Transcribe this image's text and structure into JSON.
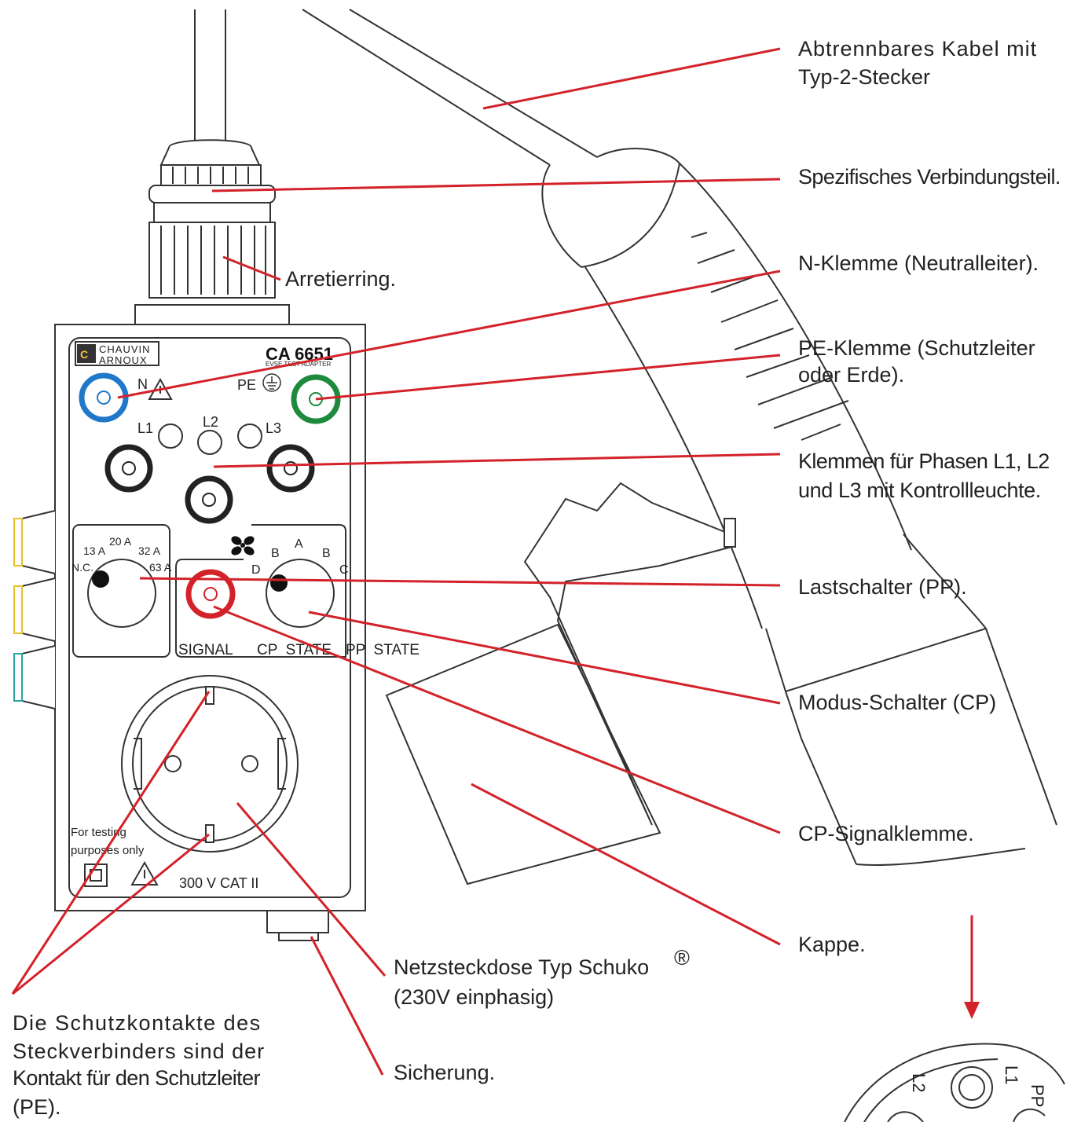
{
  "device": {
    "brand_line1": "CHAUVIN",
    "brand_line2": "ARNOUX",
    "model": "CA 6651",
    "subtitle": "EVSE TEST ADAPTER",
    "n": "N",
    "pe": "PE",
    "l1": "L1",
    "l2": "L2",
    "l3": "L3",
    "pp_13": "13 A",
    "pp_20": "20 A",
    "pp_32": "32 A",
    "pp_nc": "N.C.",
    "pp_63": "63 A",
    "cp_a": "A",
    "cp_b1": "B",
    "cp_b2": "B",
    "cp_c": "C",
    "cp_d": "D",
    "signal": "SIGNAL",
    "cp_state": "CP  STATE",
    "pp_state": "PP  STATE",
    "testing_1": "For testing",
    "testing_2": "purposes only",
    "rating": "300 V CAT II"
  },
  "connector": {
    "l1": "L1",
    "l2": "L2",
    "pp": "PP"
  },
  "labels": {
    "cable_1": "Abtrennbares Kabel mit",
    "cable_2": "Typ-2-Stecker",
    "connector_part": "Spezifisches Verbindungsteil.",
    "locking_ring": "Arretierring.",
    "n_terminal": "N-Klemme (Neutralleiter).",
    "pe_terminal_1": "PE-Klemme (Schutzleiter",
    "pe_terminal_2": "oder Erde).",
    "phases_1": "Klemmen für Phasen L1, L2",
    "phases_2": "und L3 mit Kontrollleuchte.",
    "load_switch": "Lastschalter (PP).",
    "mode_switch": "Modus-Schalter (CP)",
    "cp_terminal": "CP-Signalklemme.",
    "cap": "Kappe.",
    "socket_1": "Netzsteckdose Typ Schuko",
    "socket_reg": "®",
    "socket_2": "(230V einphasig)",
    "fuse": "Sicherung.",
    "contacts_1": "Die Schutzkontakte des",
    "contacts_2": "Steckverbinders sind der",
    "contacts_3": "Kontakt für den Schutzleiter",
    "contacts_4": "(PE)."
  },
  "colors": {
    "leader": "#d3222a",
    "n_terminal": "#1f78c8",
    "pe_terminal": "#1e8a3c",
    "cp_terminal": "#d3222a"
  }
}
